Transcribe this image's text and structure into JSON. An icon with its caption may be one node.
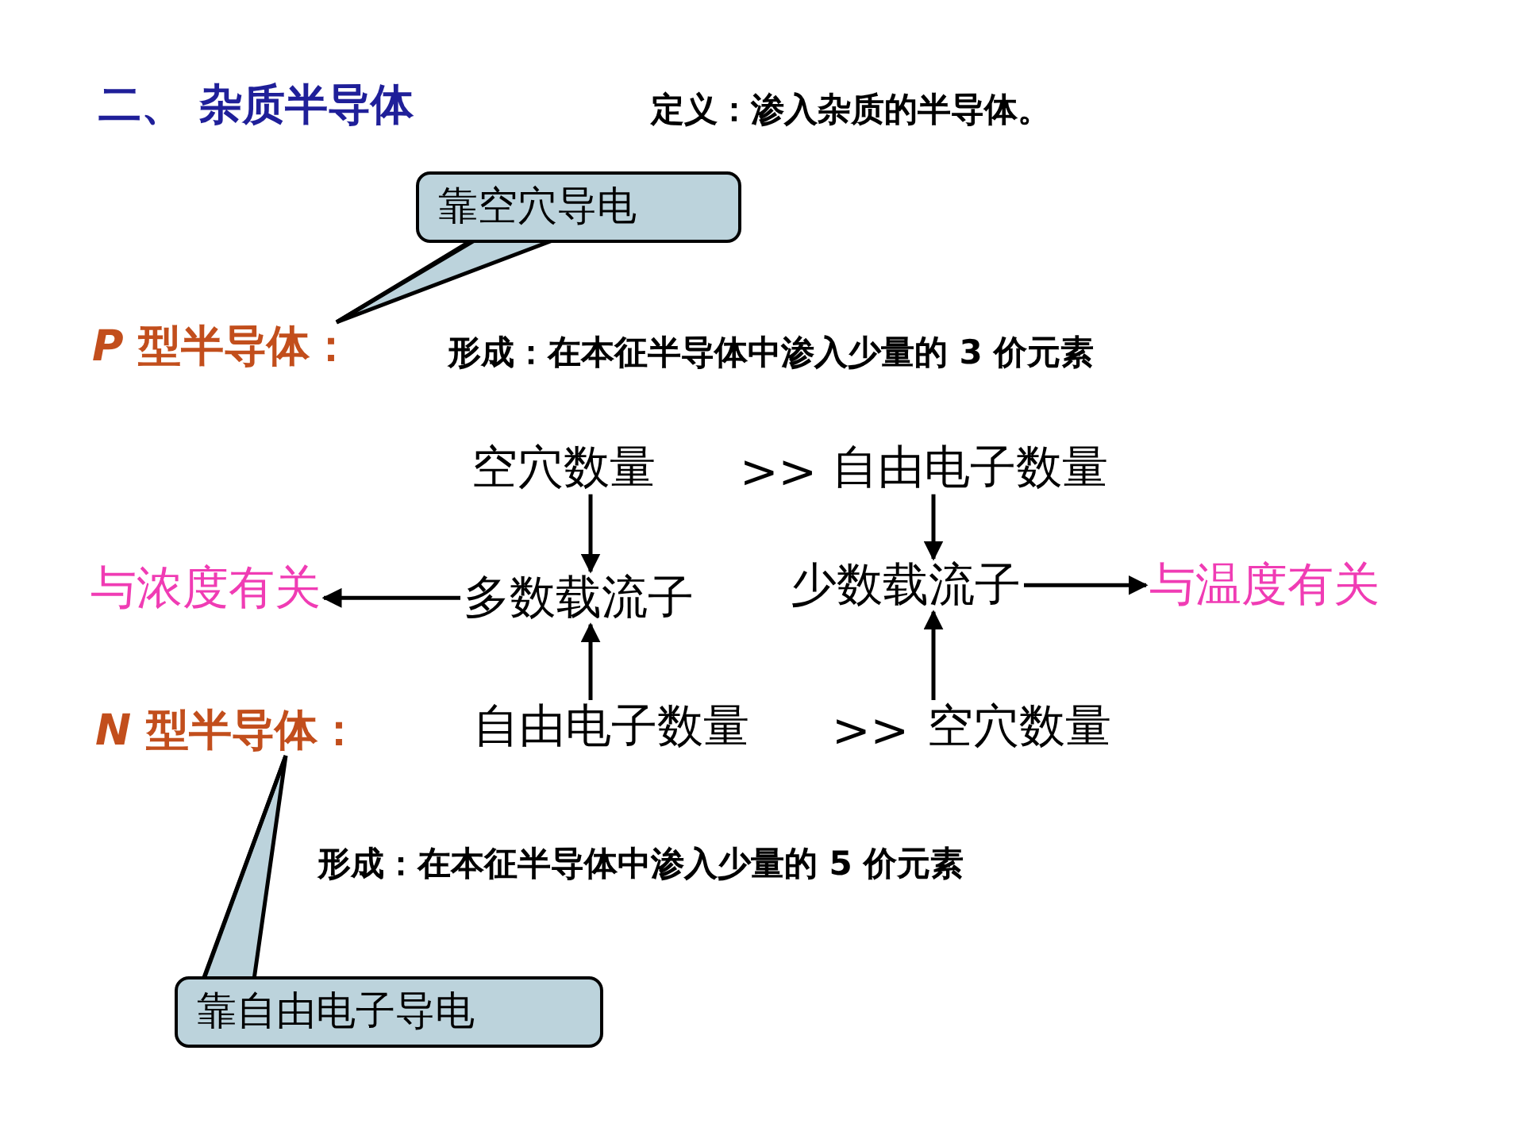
{
  "diagram": {
    "title": "二、 杂质半导体",
    "nodes": [
      {
        "text": [
          "靠空穴导电"
        ]
      },
      {
        "text": [
          "*P* 型半导体："
        ]
      },
      {
        "text": [
          "空穴数量"
        ]
      },
      {
        "text": [
          "自由电子数量"
        ]
      },
      {
        "text": [
          "与浓度有关"
        ]
      },
      {
        "text": [
          "多数载流子"
        ]
      },
      {
        "text": [
          "少数载流子"
        ]
      },
      {
        "text": [
          "与温度有关"
        ]
      },
      {
        "text": [
          "自由电子数量"
        ]
      },
      {
        "text": [
          "*N* 型半导体："
        ]
      },
      {
        "text": [
          "空穴数量"
        ]
      },
      {
        "text": [
          "靠自由电子导电"
        ]
      }
    ],
    "edges": [
      {
        "from": 0,
        "to": 1,
        "arrow": "none"
      },
      {
        "from": 2,
        "to": 5,
        "arrow": "to"
      },
      {
        "from": 3,
        "to": 6,
        "arrow": "to"
      },
      {
        "from": 5,
        "to": 4,
        "arrow": "to"
      },
      {
        "from": 6,
        "to": 7,
        "arrow": "to"
      },
      {
        "from": 8,
        "to": 5,
        "arrow": "to"
      },
      {
        "from": 10,
        "to": 6,
        "arrow": "to"
      },
      {
        "from": 11,
        "to": 9,
        "arrow": "none"
      }
    ],
    "labels": [
      "定义：渗入杂质的半导体。",
      "形成：在本征半导体中渗入少量的 3 价元素",
      ">>",
      ">>",
      "形成：在本征半导体中渗入少量的 5 价元素"
    ]
  }
}
